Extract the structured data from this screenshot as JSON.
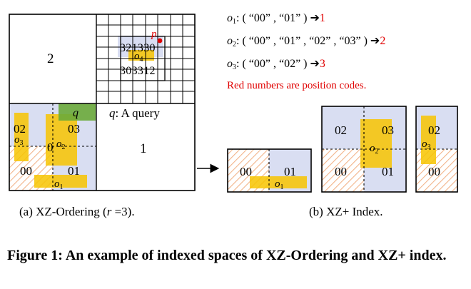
{
  "colors": {
    "blue_fill": "#d9def2",
    "yellow_obj": "#f7c400",
    "green_query": "#6aaa3a",
    "hatch": "#f2b48a",
    "red": "#e00000"
  },
  "left_panel": {
    "cell_2": "2",
    "cell_1": "1",
    "q_label": "q",
    "q_legend": ": A query",
    "cells": {
      "c02": "02",
      "c03": "03",
      "c00": "00",
      "c01": "01",
      "c0": "0"
    },
    "obj_labels": {
      "o1_base": "o",
      "o1_sub": "1",
      "o2_base": "o",
      "o2_sub": "2",
      "o3_base": "o",
      "o3_sub": "3",
      "o4_base": "o",
      "o4_sub": "4"
    },
    "fine_row1": "321330",
    "fine_row2": "303312",
    "p_label": "p",
    "caption": "(a) XZ-Ordering (",
    "caption_r": "r",
    "caption_end": " =3)."
  },
  "codes": [
    {
      "obj": "o",
      "sub": "1",
      "seq": ": ( “00” , “01” )",
      "code": "1"
    },
    {
      "obj": "o",
      "sub": "2",
      "seq": ": ( “00” , “01” , “02” , “03” )",
      "code": "2"
    },
    {
      "obj": "o",
      "sub": "3",
      "seq": ": ( “00” , “02” )",
      "code": "3"
    }
  ],
  "codes_note": "Red numbers are position codes.",
  "right_panel": {
    "box1": {
      "c00": "00",
      "c01": "01",
      "o_base": "o",
      "o_sub": "1"
    },
    "box2": {
      "c02": "02",
      "c03": "03",
      "c00": "00",
      "c01": "01",
      "o_base": "o",
      "o_sub": "2"
    },
    "box3": {
      "c02": "02",
      "c00": "00",
      "o_base": "o",
      "o_sub": "3"
    },
    "caption": "(b) XZ+ Index."
  },
  "figure_caption": "Figure 1:  An example of indexed spaces of XZ-Ordering and XZ+ index."
}
